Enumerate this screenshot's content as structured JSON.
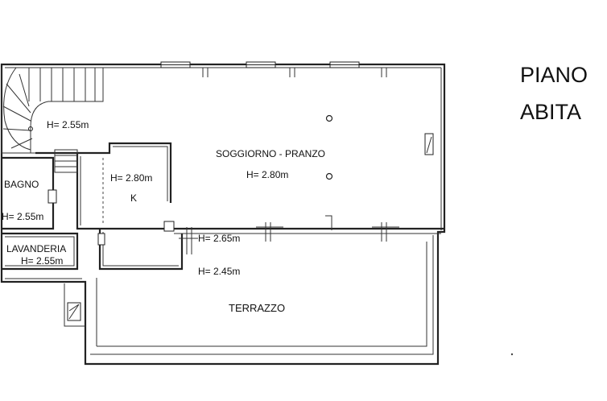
{
  "heading": {
    "line1": "PIANO",
    "line2": "ABITA"
  },
  "rooms": {
    "stair_hall": {
      "height": "H= 2.55m"
    },
    "living": {
      "name": "SOGGIORNO - PRANZO",
      "height": "H= 2.80m"
    },
    "kitchen": {
      "height": "H= 2.80m",
      "name": "K"
    },
    "bath": {
      "name": "BAGNO",
      "height": "H= 2.55m"
    },
    "laundry": {
      "name": "LAVANDERIA",
      "height": "H= 2.55m"
    },
    "corridor": {
      "height": "H= 2.65m"
    },
    "terrace_edge": {
      "height": "H= 2.45m"
    },
    "terrace": {
      "name": "TERRAZZO"
    }
  }
}
